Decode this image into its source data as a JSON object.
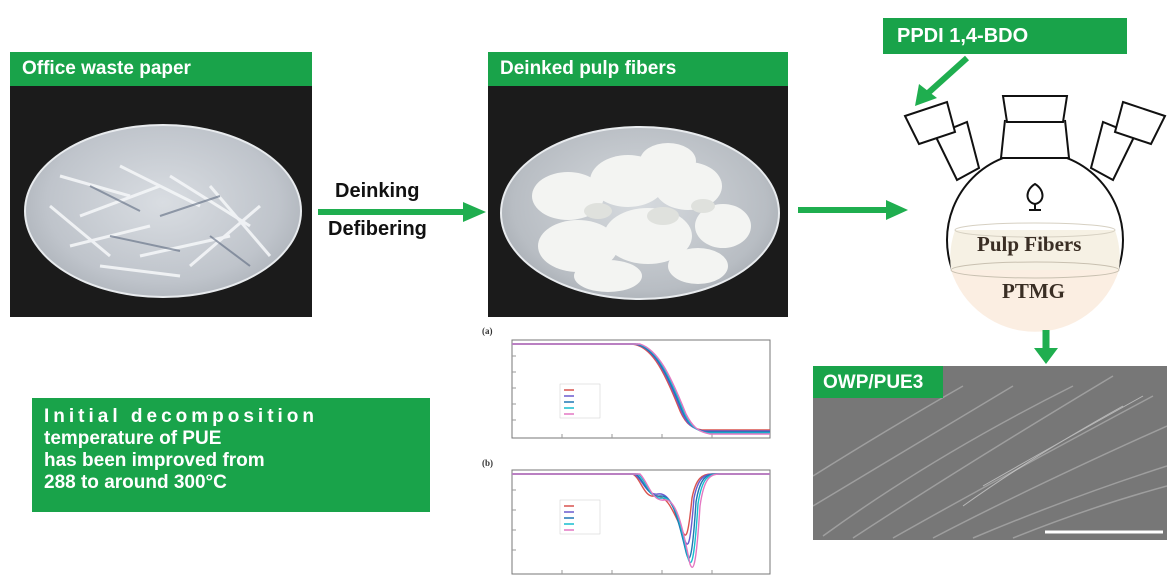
{
  "labels": {
    "office_waste_paper": "Office waste paper",
    "deinked_pulp_fibers": "Deinked pulp fibers",
    "reagents": "PPDI 1,4-BDO",
    "owp_pue3": "OWP/PUE3",
    "deinking": "Deinking",
    "defibering": "Defibering"
  },
  "flask": {
    "upper_layer": "Pulp Fibers",
    "lower_layer": "PTMG"
  },
  "summary": {
    "line1": "Initial decomposition",
    "line2": "temperature of PUE",
    "line3": "has been improved from",
    "line4": "288 to around 300°C"
  },
  "plots": {
    "a_tag": "(a)",
    "b_tag": "(b)"
  },
  "colors": {
    "label_green": "#19a34a",
    "arrow_green": "#1fae4f"
  }
}
